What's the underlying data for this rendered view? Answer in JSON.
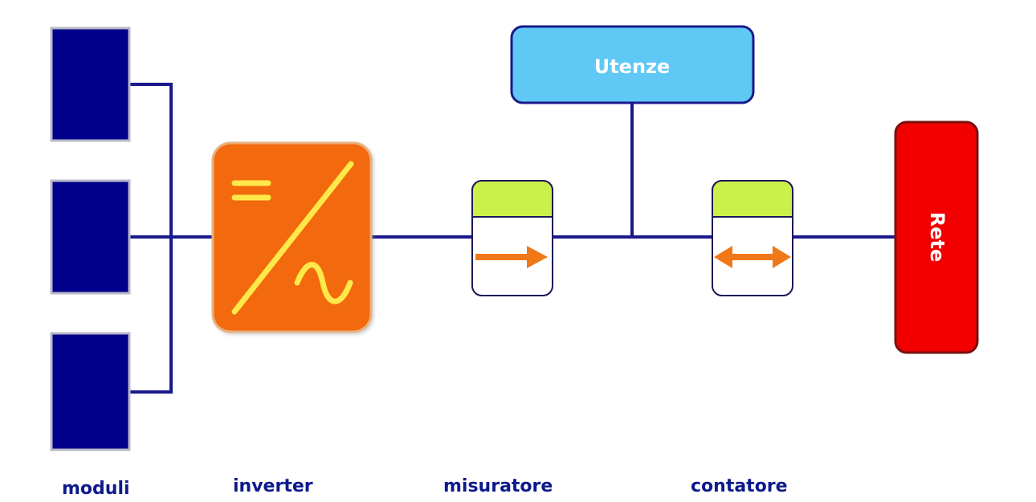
{
  "labels": {
    "moduli": "moduli",
    "inverter": "inverter",
    "misuratore": "misuratore",
    "contatore": "contatore"
  },
  "boxes": {
    "utenze": "Utenze",
    "rete": "Rete"
  },
  "colors": {
    "module": "#00008b",
    "line": "#1a1a8c",
    "inverter": "#f26a0a",
    "inverter_symbol": "#ffe84a",
    "utenze": "#5fc8f5",
    "rete": "#f20000",
    "meter_top": "#ccf04a",
    "arrow": "#f07818",
    "label": "#0d1a8c"
  },
  "icons": {
    "misuratore_arrow": "arrow-right-icon",
    "contatore_arrow": "arrow-double-icon",
    "inverter_symbol": "dc-ac-icon"
  }
}
